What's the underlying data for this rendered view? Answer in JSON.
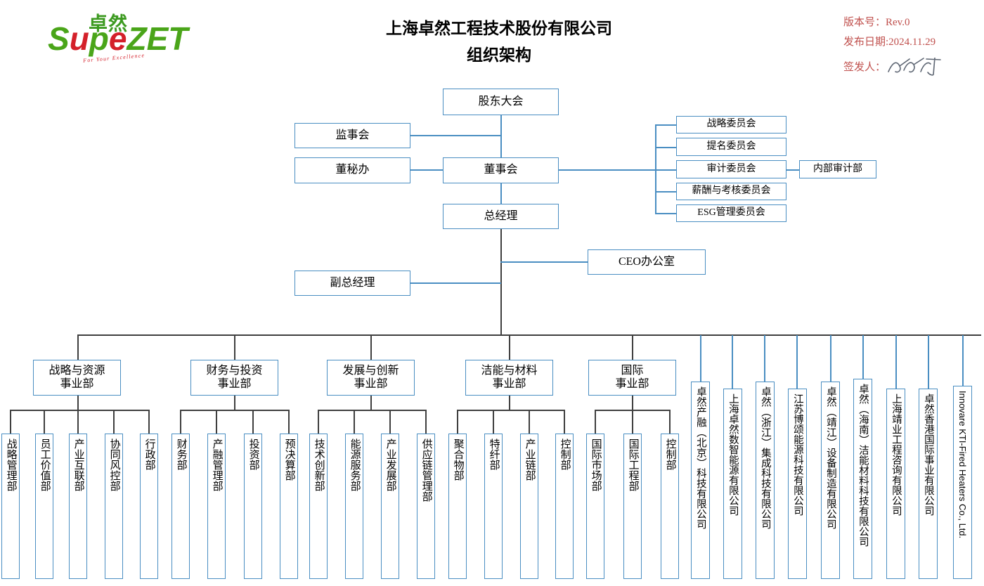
{
  "header": {
    "logo": {
      "cn": "卓然",
      "word_a": "Supe",
      "word_b": "ZET",
      "tagline": "For Your Excellence"
    },
    "title_line1": "上海卓然工程技术股份有限公司",
    "title_line2": "组织架构",
    "revision_label": "版本号：Rev.0",
    "release_date": "发布日期:2024.11.29",
    "issuer_label": "签发人："
  },
  "colors": {
    "box_border": "#4a8ec2",
    "connector": "#3f3f3f",
    "accent_red": "#c0504d",
    "logo_green": "#4aa519"
  },
  "governance": {
    "shareholders": "股东大会",
    "supervisory": "监事会",
    "board_secretary": "董秘办",
    "board": "董事会",
    "general_manager": "总经理",
    "deputy_general_manager": "副总经理",
    "ceo_office": "CEO办公室",
    "internal_audit": "内部审计部"
  },
  "committees": [
    "战略委员会",
    "提名委员会",
    "审计委员会",
    "薪酬与考核委员会",
    "ESG管理委员会"
  ],
  "divisions": [
    {
      "line1": "战略与资源",
      "line2": "事业部",
      "departments": [
        "战略管理部",
        "员工价值部",
        "产业互联部",
        "协同风控部",
        "行政部"
      ]
    },
    {
      "line1": "财务与投资",
      "line2": "事业部",
      "departments": [
        "财务部",
        "产融管理部",
        "投资部",
        "预决算部"
      ]
    },
    {
      "line1": "发展与创新",
      "line2": "事业部",
      "departments": [
        "技术创新部",
        "能源服务部",
        "产业发展部",
        "供应链管理部"
      ]
    },
    {
      "line1": "洁能与材料",
      "line2": "事业部",
      "departments": [
        "聚合物部",
        "特纤部",
        "产业链部",
        "控制部"
      ]
    },
    {
      "line1": "国际",
      "line2": "事业部",
      "departments": [
        "国际市场部",
        "国际工程部",
        "控制部"
      ]
    }
  ],
  "subsidiaries": [
    "卓然产融（北京）科技有限公司",
    "上海卓然数智能源有限公司",
    "卓然（浙江）集成科技有限公司",
    "江苏博颂能源科技有限公司",
    "卓然（靖江）设备制造有限公司",
    "卓然（海南）洁能材料科技有限公司",
    "上海靖业工程咨询有限公司",
    "卓然香港国际事业有限公司",
    "Innovare KTI-Fired Heaters Co., Ltd."
  ]
}
